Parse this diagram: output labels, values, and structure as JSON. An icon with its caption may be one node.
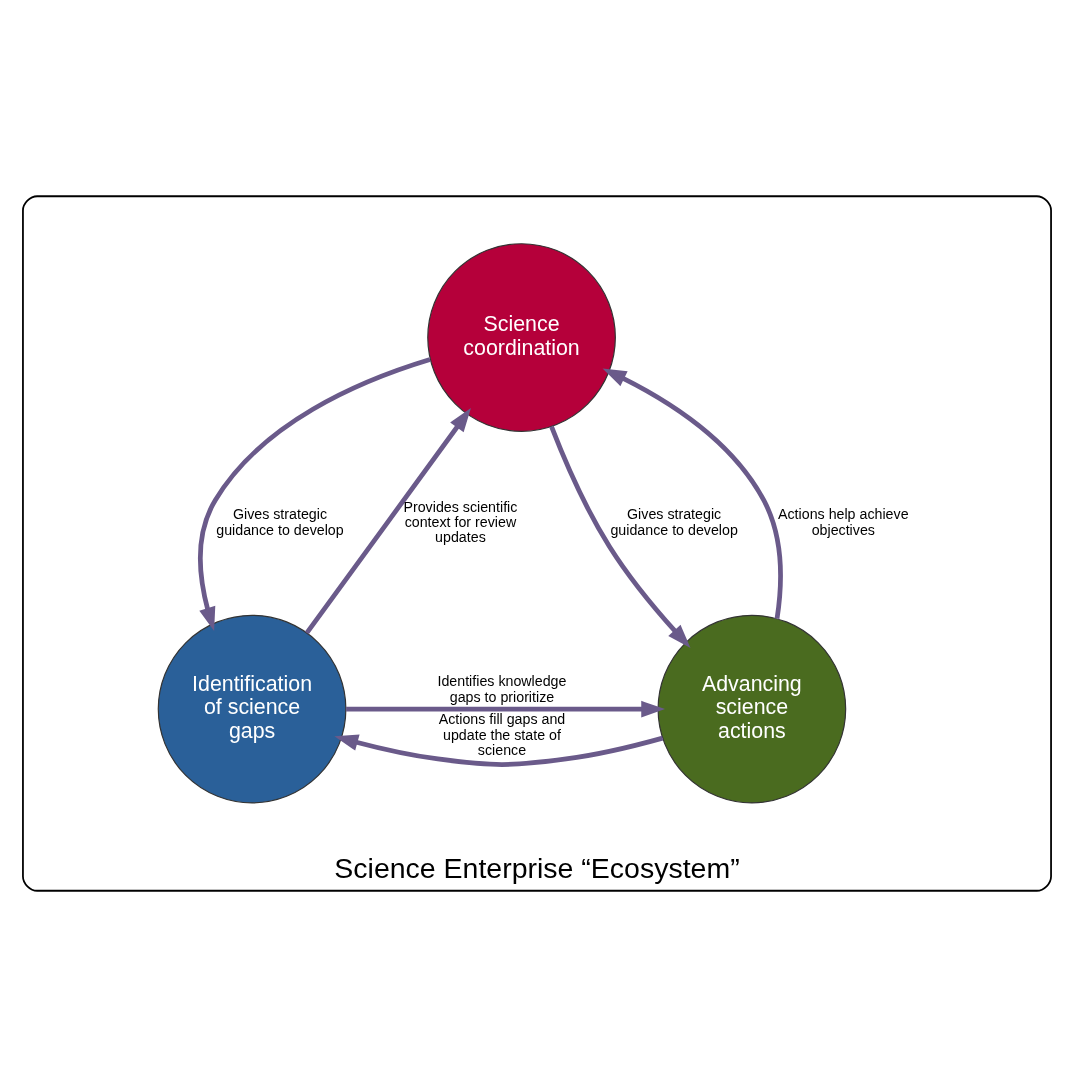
{
  "diagram": {
    "nodes": [
      {
        "text": [
          "Science Enterprise “Ecosystem”"
        ]
      },
      {
        "text": [
          "Science coordination"
        ],
        "in": 0
      },
      {
        "text": [
          "Identification of science gaps"
        ],
        "in": 0
      },
      {
        "text": [
          "Advancing science actions"
        ],
        "in": 0
      }
    ],
    "edges": [
      {
        "from": 2,
        "to": 1,
        "arrow": "to",
        "label": "Provides scientific context for review updates"
      },
      {
        "from": 1,
        "to": 2,
        "arrow": "to",
        "label": "Gives strategic guidance to develop"
      },
      {
        "from": 3,
        "to": 1,
        "arrow": "to",
        "label": "Actions help achieve objectives"
      },
      {
        "from": 1,
        "to": 3,
        "arrow": "to",
        "label": "Gives strategic guidance to develop"
      },
      {
        "from": 2,
        "to": 3,
        "arrow": "to",
        "label": "Identifies knowledge gaps to prioritize"
      },
      {
        "from": 3,
        "to": 2,
        "arrow": "to",
        "label": "Actions fill gaps and update the state of science"
      }
    ]
  }
}
